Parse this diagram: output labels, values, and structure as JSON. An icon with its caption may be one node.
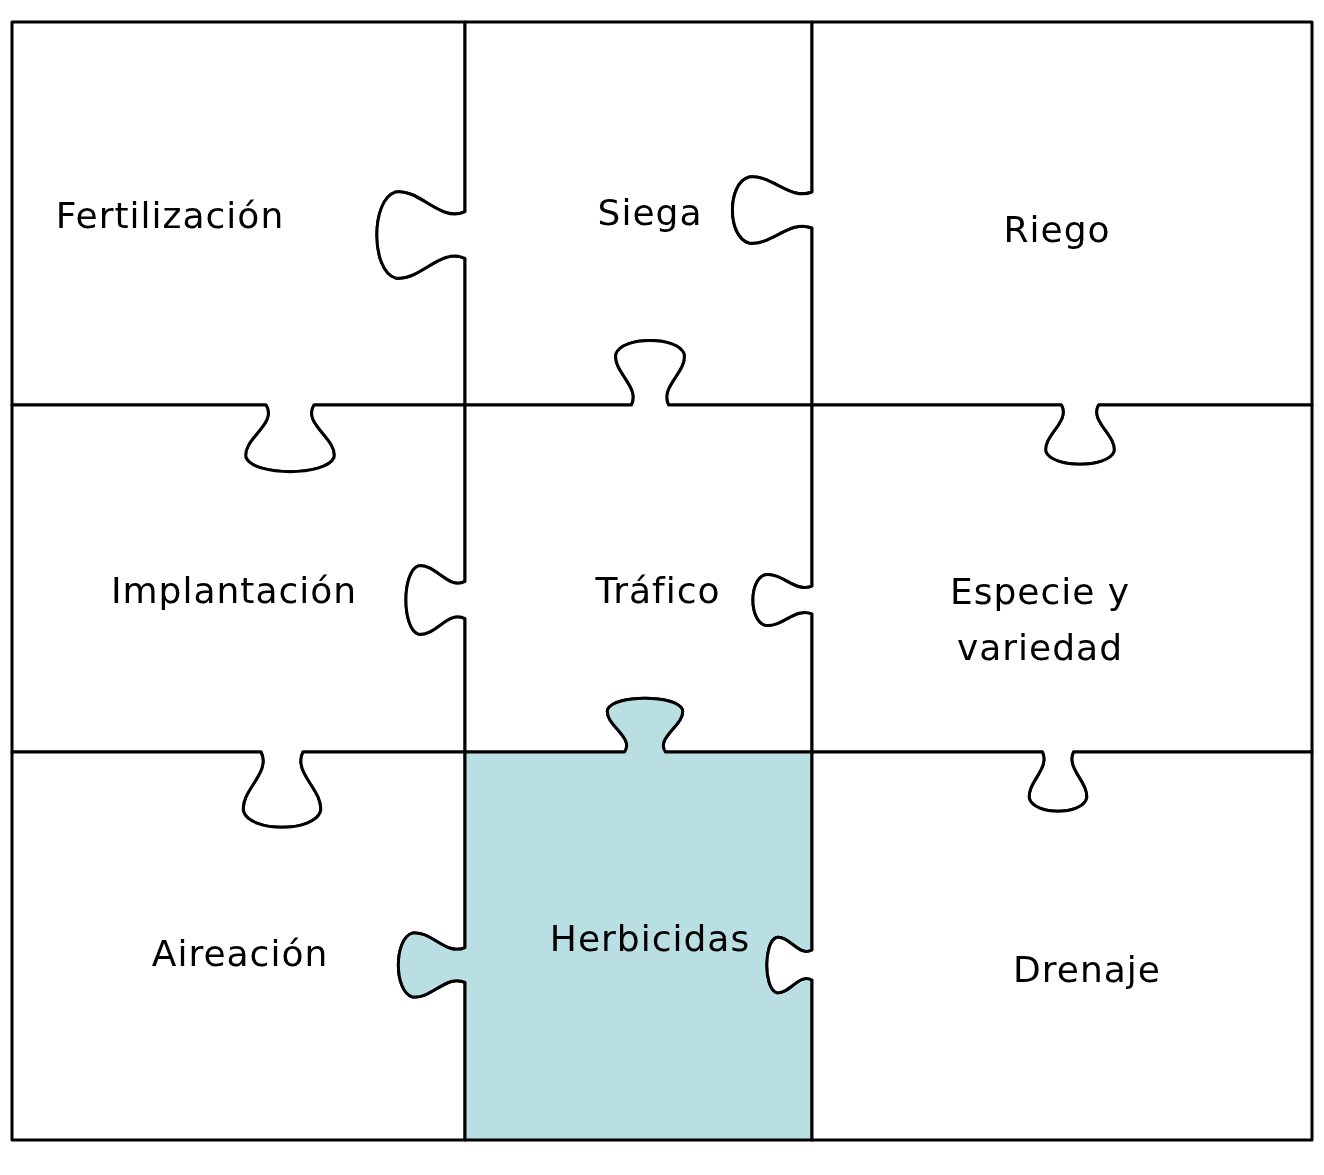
{
  "diagram": {
    "nodes": [
      {
        "text": [
          "Fertilización"
        ]
      },
      {
        "text": [
          "Siega"
        ]
      },
      {
        "text": [
          "Riego"
        ]
      },
      {
        "text": [
          "Implantación"
        ]
      },
      {
        "text": [
          "Tráfico"
        ]
      },
      {
        "text": [
          "Especie y variedad"
        ]
      },
      {
        "text": [
          "Aireación"
        ]
      },
      {
        "text": [
          "Herbicidas"
        ]
      },
      {
        "text": [
          "Drenaje"
        ]
      }
    ]
  }
}
